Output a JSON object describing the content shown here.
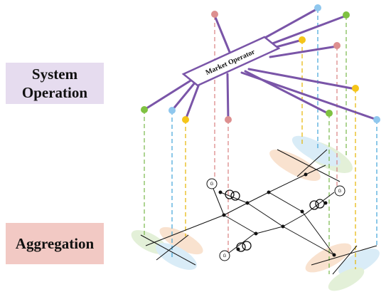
{
  "labels": {
    "system_operation_line1": "System",
    "system_operation_line2": "Operation",
    "aggregation": "Aggregation",
    "market_operator": "Market Operator",
    "generator_symbol": "G"
  },
  "colors": {
    "system_operation_box": "#e6dcef",
    "aggregation_box": "#f2c9c4",
    "operator_lines": "#7a55a8",
    "node_green": "#7fc241",
    "node_blue": "#8fc7ee",
    "node_yellow": "#f5c518",
    "node_red": "#dd8f8f",
    "dash_green": "#77b84a",
    "dash_blue": "#3fa3d8",
    "dash_yellow": "#e6b400",
    "dash_red": "#d88080",
    "ellipse_green": "#e3f0d8",
    "ellipse_blue": "#d9ecf7",
    "ellipse_orange": "#f9e2cf",
    "grid_line": "#111111"
  }
}
